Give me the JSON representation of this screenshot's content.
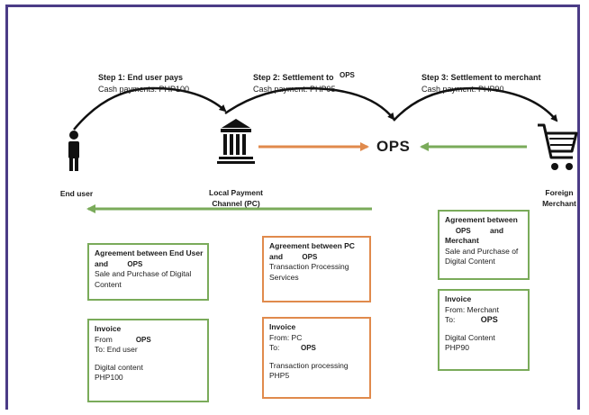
{
  "steps": [
    {
      "title": "Step 1: End user pays",
      "sub": "Cash payments: PHP100"
    },
    {
      "title": "Step 2: Settlement to",
      "title_ops": "OPS",
      "sub": "Cash payment: PHP95"
    },
    {
      "title": "Step 3: Settlement to merchant",
      "sub": "Cash payment: PHP90"
    }
  ],
  "actors": {
    "end_user": "End user",
    "pc_line1": "Local Payment",
    "pc_line2": "Channel (PC)",
    "ops": "OPS",
    "fm_line1": "Foreign",
    "fm_line2": "Merchant"
  },
  "boxes": {
    "agreement_eu": {
      "t1": "Agreement between End User",
      "t2": "and",
      "ops": "OPS",
      "l1": "Sale and Purchase of Digital",
      "l2": "Content"
    },
    "invoice_eu": {
      "title": "Invoice",
      "from": "From",
      "ops": "OPS",
      "to": "To: End user",
      "l1": "Digital content",
      "l2": "PHP100"
    },
    "agreement_pc": {
      "t1": "Agreement between PC",
      "t2": "and",
      "ops": "OPS",
      "l1": "Transaction Processing",
      "l2": "Services"
    },
    "invoice_pc": {
      "title": "Invoice",
      "from": "From: PC",
      "to": "To:",
      "ops": "OPS",
      "l1": "Transaction processing",
      "l2": "PHP5"
    },
    "agreement_fm": {
      "t1": "Agreement between",
      "ops": "OPS",
      "and": "and",
      "t2": "Merchant",
      "l1": "Sale and Purchase of",
      "l2": "Digital Content"
    },
    "invoice_fm": {
      "title": "Invoice",
      "from": "From: Merchant",
      "to": "To:",
      "ops": "OPS",
      "l1": "Digital Content",
      "l2": "PHP90"
    }
  },
  "colors": {
    "green": "#7aab5a",
    "orange": "#e08a4c",
    "frame": "#4b3c86"
  }
}
